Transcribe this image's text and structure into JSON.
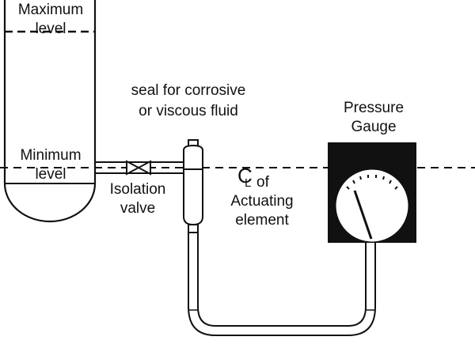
{
  "labels": {
    "maximum_level_1": "Maximum",
    "maximum_level_2": "level",
    "seal_1": "seal for corrosive",
    "seal_2": "or viscous fluid",
    "pressure_1": "Pressure",
    "pressure_2": "Gauge",
    "minimum_level_1": "Minimum",
    "minimum_level_2": "level",
    "isolation_1": "Isolation",
    "isolation_2": "valve",
    "centerline_c": "C",
    "centerline_l": "L",
    "actuating_1": "of",
    "actuating_2": "Actuating",
    "actuating_3": "element"
  },
  "colors": {
    "line": "#111111",
    "gauge_body": "#111111",
    "gauge_face": "#ffffff"
  }
}
